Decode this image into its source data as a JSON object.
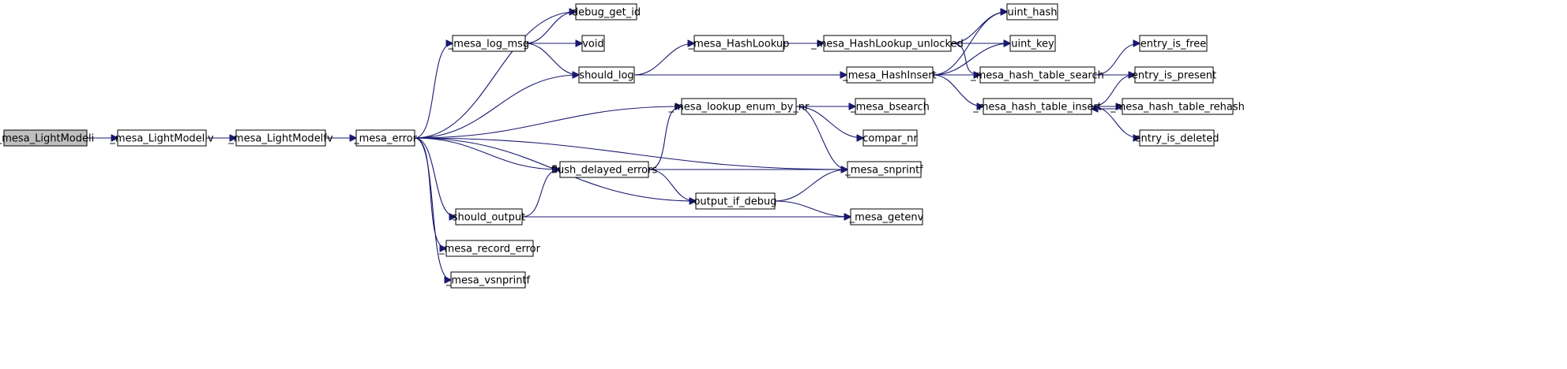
{
  "diagram": {
    "type": "call-graph",
    "root": "_mesa_LightModeli",
    "colors": {
      "edge": "#191970",
      "node_border": "#000000",
      "node_fill": "#ffffff",
      "root_fill": "#bfbfbf",
      "background": "#ffffff"
    },
    "nodes": [
      {
        "id": "lightmodeli",
        "label": "_mesa_LightModeli",
        "root": true
      },
      {
        "id": "lightmodeliv",
        "label": "_mesa_LightModeliv"
      },
      {
        "id": "lightmodelfv",
        "label": "_mesa_LightModelfv"
      },
      {
        "id": "error",
        "label": "_mesa_error"
      },
      {
        "id": "debug_get_id",
        "label": "debug_get_id"
      },
      {
        "id": "log_msg",
        "label": "_mesa_log_msg"
      },
      {
        "id": "void",
        "label": "void"
      },
      {
        "id": "should_log",
        "label": "should_log"
      },
      {
        "id": "hashlookup",
        "label": "_mesa_HashLookup"
      },
      {
        "id": "hashlookup_unlocked",
        "label": "_mesa_HashLookup_unlocked"
      },
      {
        "id": "hashinsert",
        "label": "_mesa_HashInsert"
      },
      {
        "id": "uint_hash",
        "label": "uint_hash"
      },
      {
        "id": "uint_key",
        "label": "uint_key"
      },
      {
        "id": "table_search",
        "label": "_mesa_hash_table_search"
      },
      {
        "id": "table_insert",
        "label": "_mesa_hash_table_insert"
      },
      {
        "id": "entry_is_free",
        "label": "entry_is_free"
      },
      {
        "id": "entry_is_present",
        "label": "entry_is_present"
      },
      {
        "id": "table_rehash",
        "label": "_mesa_hash_table_rehash"
      },
      {
        "id": "entry_is_deleted",
        "label": "entry_is_deleted"
      },
      {
        "id": "lookup_enum",
        "label": "_mesa_lookup_enum_by_nr"
      },
      {
        "id": "bsearch",
        "label": "_mesa_bsearch"
      },
      {
        "id": "compar_nr",
        "label": "compar_nr"
      },
      {
        "id": "snprintf",
        "label": "_mesa_snprintf"
      },
      {
        "id": "flush_delayed",
        "label": "flush_delayed_errors"
      },
      {
        "id": "output_if_debug",
        "label": "output_if_debug"
      },
      {
        "id": "getenv",
        "label": "_mesa_getenv"
      },
      {
        "id": "should_output",
        "label": "should_output"
      },
      {
        "id": "record_error",
        "label": "_mesa_record_error"
      },
      {
        "id": "vsnprintf",
        "label": "_mesa_vsnprintf"
      }
    ],
    "edges": [
      {
        "from": "lightmodeli",
        "to": "lightmodeliv"
      },
      {
        "from": "lightmodeliv",
        "to": "lightmodelfv"
      },
      {
        "from": "lightmodelfv",
        "to": "error"
      },
      {
        "from": "error",
        "to": "debug_get_id"
      },
      {
        "from": "error",
        "to": "log_msg"
      },
      {
        "from": "error",
        "to": "should_log"
      },
      {
        "from": "error",
        "to": "lookup_enum"
      },
      {
        "from": "error",
        "to": "snprintf"
      },
      {
        "from": "error",
        "to": "output_if_debug"
      },
      {
        "from": "error",
        "to": "flush_delayed"
      },
      {
        "from": "error",
        "to": "should_output"
      },
      {
        "from": "error",
        "to": "record_error"
      },
      {
        "from": "error",
        "to": "vsnprintf"
      },
      {
        "from": "log_msg",
        "to": "debug_get_id"
      },
      {
        "from": "log_msg",
        "to": "void"
      },
      {
        "from": "log_msg",
        "to": "should_log"
      },
      {
        "from": "should_log",
        "to": "hashlookup"
      },
      {
        "from": "should_log",
        "to": "hashinsert"
      },
      {
        "from": "hashlookup",
        "to": "hashlookup_unlocked"
      },
      {
        "from": "hashlookup_unlocked",
        "to": "uint_key"
      },
      {
        "from": "hashlookup_unlocked",
        "to": "table_search"
      },
      {
        "from": "hashinsert",
        "to": "uint_hash"
      },
      {
        "from": "hashinsert",
        "to": "uint_key"
      },
      {
        "from": "hashinsert",
        "to": "table_search"
      },
      {
        "from": "hashinsert",
        "to": "table_insert"
      },
      {
        "from": "hashlookup_unlocked",
        "to": "uint_hash"
      },
      {
        "from": "table_search",
        "to": "entry_is_free"
      },
      {
        "from": "table_search",
        "to": "entry_is_present"
      },
      {
        "from": "table_insert",
        "to": "entry_is_present"
      },
      {
        "from": "table_insert",
        "to": "table_rehash"
      },
      {
        "from": "table_insert",
        "to": "entry_is_deleted"
      },
      {
        "from": "table_rehash",
        "to": "table_insert"
      },
      {
        "from": "lookup_enum",
        "to": "bsearch"
      },
      {
        "from": "lookup_enum",
        "to": "compar_nr"
      },
      {
        "from": "lookup_enum",
        "to": "snprintf"
      },
      {
        "from": "flush_delayed",
        "to": "lookup_enum"
      },
      {
        "from": "flush_delayed",
        "to": "snprintf"
      },
      {
        "from": "flush_delayed",
        "to": "output_if_debug"
      },
      {
        "from": "output_if_debug",
        "to": "snprintf"
      },
      {
        "from": "output_if_debug",
        "to": "getenv"
      },
      {
        "from": "should_output",
        "to": "flush_delayed"
      },
      {
        "from": "should_output",
        "to": "getenv"
      }
    ]
  }
}
